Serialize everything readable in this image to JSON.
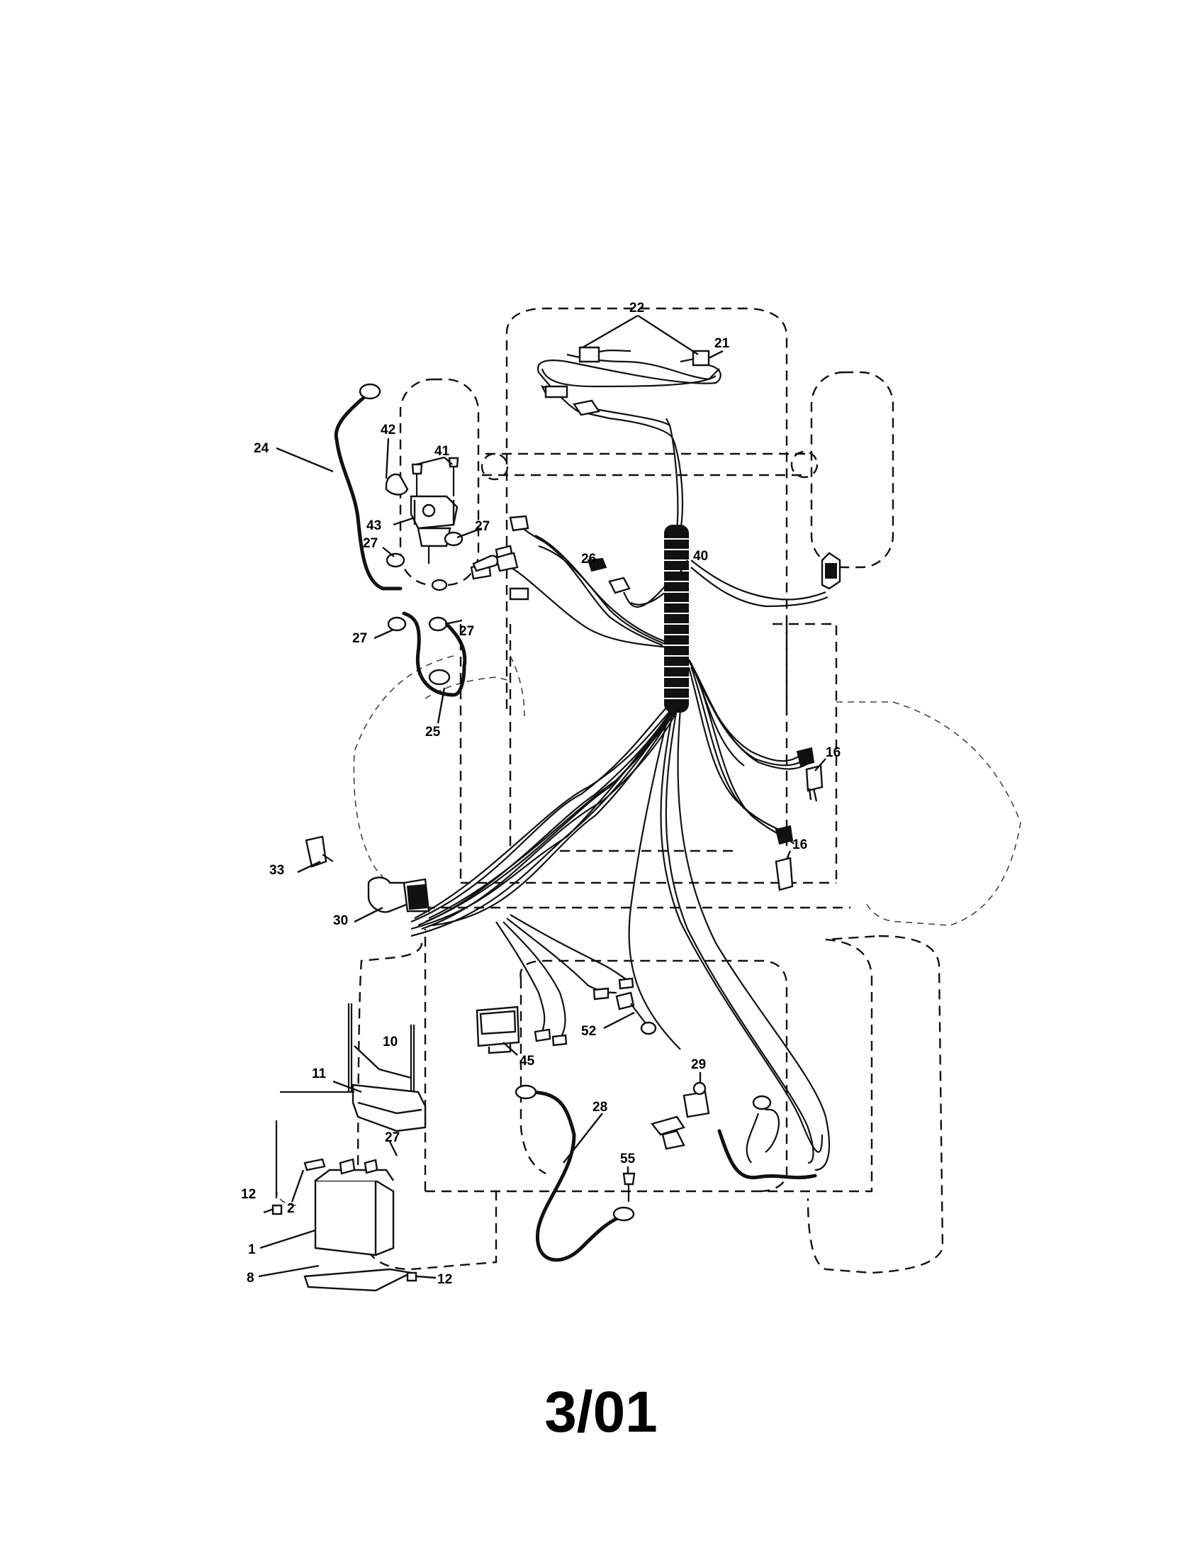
{
  "callouts": {
    "c1": "1",
    "c2": "2",
    "c8": "8",
    "c10": "10",
    "c11": "11",
    "c12a": "12",
    "c12b": "12",
    "c16a": "16",
    "c16b": "16",
    "c21": "21",
    "c22": "22",
    "c24": "24",
    "c25": "25",
    "c26": "26",
    "c27a": "27",
    "c27b": "27",
    "c27c": "27",
    "c27d": "27",
    "c27e": "27",
    "c28": "28",
    "c29": "29",
    "c30": "30",
    "c33": "33",
    "c40": "40",
    "c41": "41",
    "c42": "42",
    "c43": "43",
    "c45": "45",
    "c52": "52",
    "c55": "55"
  },
  "page_number": "3/01"
}
